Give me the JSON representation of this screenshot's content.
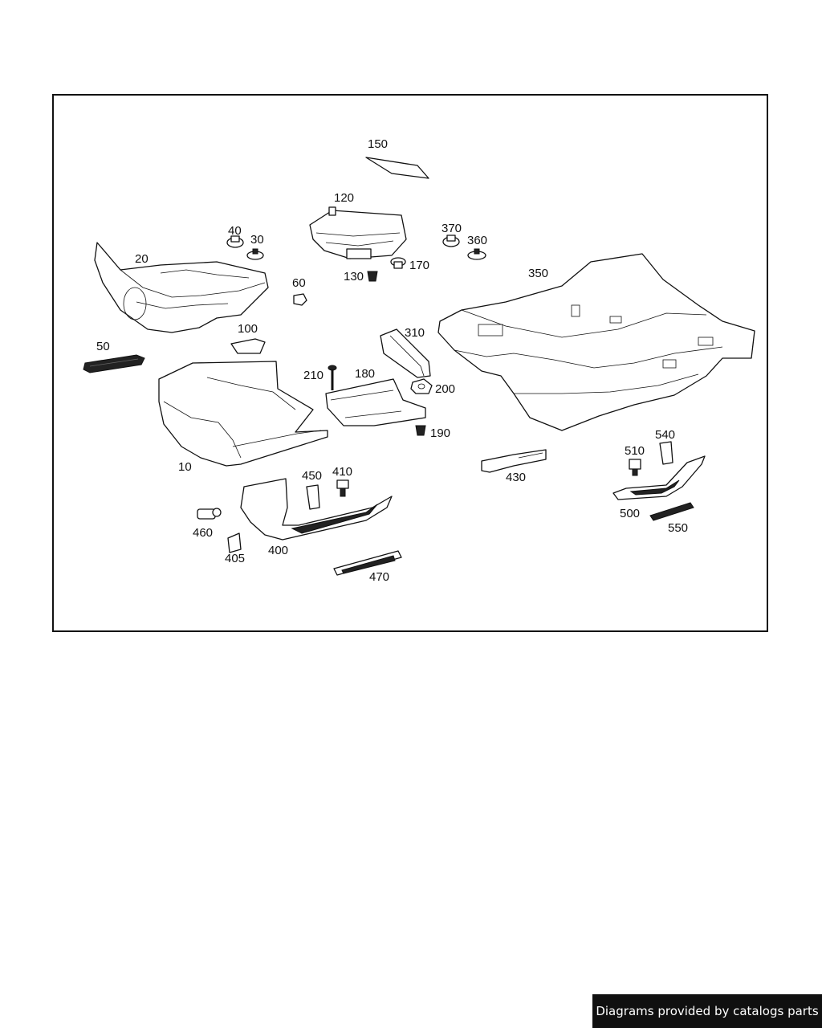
{
  "callouts": [
    "150",
    "120",
    "40",
    "30",
    "370",
    "360",
    "20",
    "130",
    "170",
    "350",
    "60",
    "100",
    "310",
    "50",
    "210",
    "180",
    "200",
    "190",
    "10",
    "430",
    "510",
    "540",
    "450",
    "410",
    "500",
    "460",
    "550",
    "405",
    "400",
    "470"
  ],
  "footer": {
    "credit": "Diagrams provided by catalogs parts"
  }
}
